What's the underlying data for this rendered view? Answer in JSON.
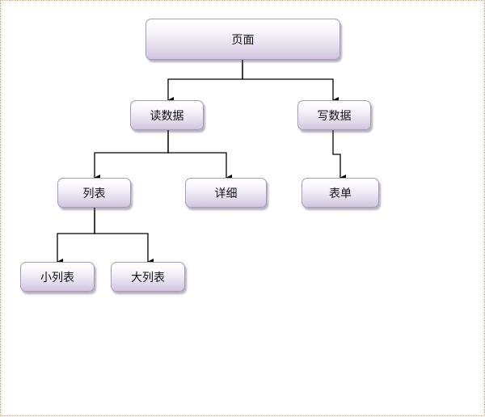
{
  "tree": {
    "root": {
      "label": "页面"
    },
    "read_data": {
      "label": "读数据"
    },
    "write_data": {
      "label": "写数据"
    },
    "list": {
      "label": "列表"
    },
    "detail": {
      "label": "详细"
    },
    "form": {
      "label": "表单"
    },
    "small_list": {
      "label": "小列表"
    },
    "big_list": {
      "label": "大列表"
    }
  },
  "colors": {
    "canvas_border": "#f0a050",
    "node_border": "#a89cbc",
    "connector": "#000000"
  }
}
